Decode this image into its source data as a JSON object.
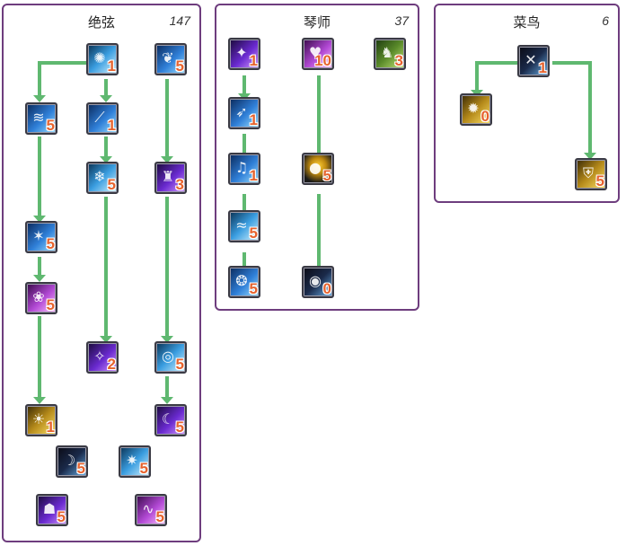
{
  "trees": [
    {
      "title": "绝弦",
      "points": "147",
      "skills": [
        {
          "icon": "ice-burst-icon",
          "level": "1",
          "color": "c-cyan"
        },
        {
          "icon": "wind-swirl-icon",
          "level": "5",
          "color": "c-blue"
        },
        {
          "icon": "wing-icon",
          "level": "5",
          "color": "c-blue"
        },
        {
          "icon": "blade-icon",
          "level": "1",
          "color": "c-blue"
        },
        {
          "icon": "snowflake-icon",
          "level": "5",
          "color": "c-cyan"
        },
        {
          "icon": "dancer-icon",
          "level": "3",
          "color": "c-violet"
        },
        {
          "icon": "thorn-icon",
          "level": "5",
          "color": "c-blue"
        },
        {
          "icon": "pink-flame-icon",
          "level": "5",
          "color": "c-pink"
        },
        {
          "icon": "light-pillar-icon",
          "level": "2",
          "color": "c-violet"
        },
        {
          "icon": "vortex-icon",
          "level": "5",
          "color": "c-cyan"
        },
        {
          "icon": "golden-aura-icon",
          "level": "1",
          "color": "c-gold"
        },
        {
          "icon": "shadow-dancer-icon",
          "level": "5",
          "color": "c-violet"
        },
        {
          "icon": "moon-icon",
          "level": "5",
          "color": "c-dark"
        },
        {
          "icon": "sparkle-icon",
          "level": "5",
          "color": "c-cyan"
        },
        {
          "icon": "silhouette-icon",
          "level": "5",
          "color": "c-violet"
        },
        {
          "icon": "silk-ribbon-icon",
          "level": "5",
          "color": "c-pink"
        }
      ]
    },
    {
      "title": "琴师",
      "points": "37",
      "skills": [
        {
          "icon": "arcane-slash-icon",
          "level": "1",
          "color": "c-violet"
        },
        {
          "icon": "heart-icon",
          "level": "10",
          "color": "c-pink"
        },
        {
          "icon": "leap-icon",
          "level": "3",
          "color": "c-green"
        },
        {
          "icon": "ice-dash-icon",
          "level": "1",
          "color": "c-blue"
        },
        {
          "icon": "music-note-icon",
          "level": "1",
          "color": "c-blue"
        },
        {
          "icon": "golden-figure-icon",
          "level": "5",
          "color": "c-yellowdark"
        },
        {
          "icon": "wave-icon",
          "level": "5",
          "color": "c-cyan"
        },
        {
          "icon": "spirit-icon",
          "level": "5",
          "color": "c-blue"
        },
        {
          "icon": "ripple-icon",
          "level": "0",
          "color": "c-dark"
        }
      ]
    },
    {
      "title": "菜鸟",
      "points": "6",
      "skills": [
        {
          "icon": "cross-slash-icon",
          "level": "1",
          "color": "c-dark"
        },
        {
          "icon": "golden-strike-icon",
          "level": "0",
          "color": "c-gold"
        },
        {
          "icon": "golden-shield-icon",
          "level": "5",
          "color": "c-gold"
        }
      ]
    }
  ],
  "colors": {
    "panel_border": "#6e3d7e",
    "connector": "#5fb870",
    "level_text": "#e6622d"
  }
}
